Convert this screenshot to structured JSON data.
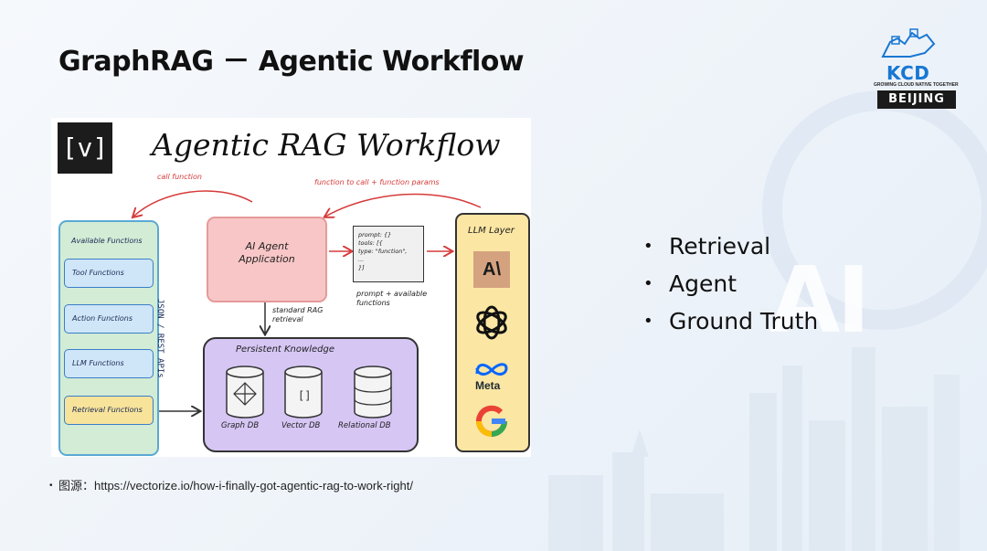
{
  "slide": {
    "title": "GraphRAG － Agentic Workflow",
    "bullets": [
      "Retrieval",
      "Agent",
      "Ground Truth"
    ],
    "source_note": "图源：https://vectorize.io/how-i-finally-got-agentic-rag-to-work-right/"
  },
  "logo": {
    "name": "KCD",
    "tagline": "GROWING CLOUD NATIVE TOGETHER",
    "city": "BEIJING"
  },
  "background": {
    "watermark": "AI"
  },
  "diagram": {
    "brand_mark": "[v]",
    "title": "Agentic RAG Workflow",
    "arrow_call_function": "call function",
    "arrow_function_params": "function to call + function params",
    "available_functions": {
      "header": "Available Functions",
      "items": [
        "Tool Functions",
        "Action Functions",
        "LLM Functions",
        "Retrieval Functions"
      ]
    },
    "json_rest_label": "JSON / REST APIs",
    "agent_app": "AI Agent\nApplication",
    "prompt_card": [
      "prompt: {}",
      "tools: [{",
      "  type: \"function\",",
      "  ...",
      "}]"
    ],
    "prompt_caption": "prompt + available\nfunctions",
    "standard_rag": "standard RAG\nretrieval",
    "persistent_knowledge": {
      "header": "Persistent Knowledge",
      "stores": [
        "Graph DB",
        "Vector DB",
        "Relational DB"
      ]
    },
    "llm_layer": {
      "header": "LLM Layer",
      "providers": [
        "anthropic-logo",
        "openai-logo",
        "meta-logo",
        "google-logo"
      ],
      "meta_label": "Meta"
    }
  },
  "colors": {
    "title": "#111111",
    "diagram_arrow": "#d63a3a",
    "kcd_blue": "#1877d2"
  }
}
